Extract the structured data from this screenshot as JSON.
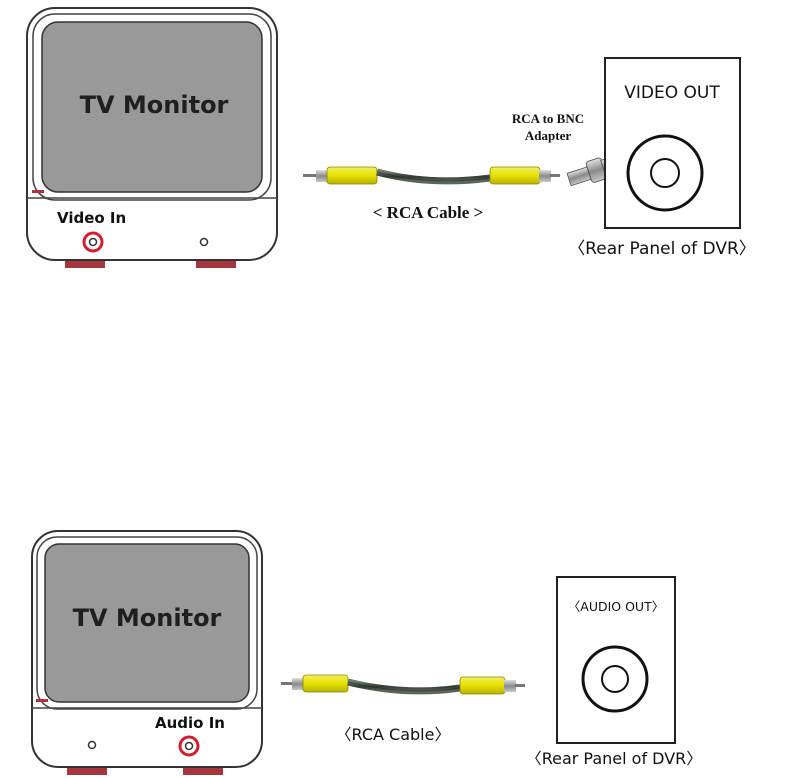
{
  "top": {
    "monitor_label": "TV Monitor",
    "input_label": "Video In",
    "cable_label": "< RCA Cable >",
    "adapter_line1": "RCA to BNC",
    "adapter_line2": "Adapter",
    "panel_port_label": "VIDEO  OUT",
    "panel_caption": "〈Rear Panel of DVR〉"
  },
  "bottom": {
    "monitor_label": "TV Monitor",
    "input_label": "Audio In",
    "cable_label": "〈RCA Cable〉",
    "panel_port_label": "〈AUDIO OUT〉",
    "panel_caption": "〈Rear Panel of DVR〉"
  },
  "colors": {
    "screen": "#999999",
    "plug_yellow": "#e6e000",
    "highlight_red": "#d21e2e",
    "feet_red": "#a5373c"
  }
}
